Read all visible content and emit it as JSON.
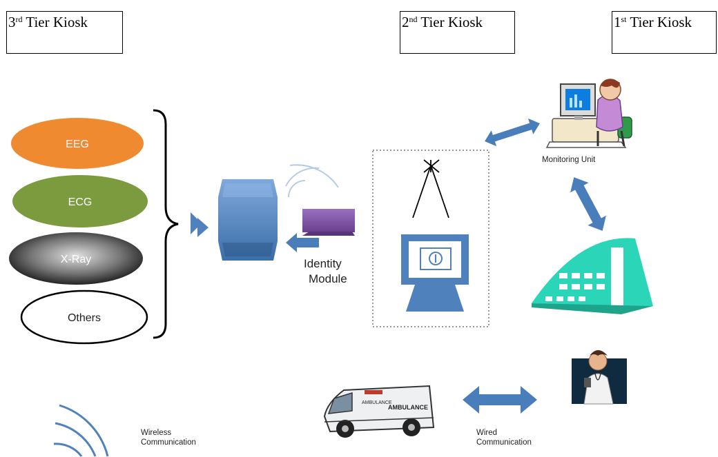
{
  "tiers": {
    "third": {
      "num": "3",
      "sup": "rd",
      "text": "Tier Kiosk"
    },
    "second": {
      "num": "2",
      "sup": "nd",
      "text": "Tier Kiosk"
    },
    "first": {
      "num": "1",
      "sup": "st",
      "text": "Tier Kiosk"
    }
  },
  "sensors": {
    "eeg": "EEG",
    "ecg": "ECG",
    "xray": "X-Ray",
    "others": "Others"
  },
  "identity_module": {
    "line1": "Identity",
    "line2": "Module"
  },
  "monitoring_unit": "Monitoring Unit",
  "legend": {
    "wireless_line1": "Wireless",
    "wireless_line2": "Communication",
    "wired_line1": "Wired",
    "wired_line2": "Communication"
  },
  "ambulance_text": {
    "small": "AMBULANCE",
    "large": "AMBULANCE"
  },
  "colors": {
    "eeg": "#f08a30",
    "ecg": "#7c9b3e",
    "xray": "#2a2a2a",
    "device": "#4f81bd",
    "identity": "#7d4fa0",
    "hospital": "#2bd6b8",
    "arrow": "#4a7ebb"
  }
}
